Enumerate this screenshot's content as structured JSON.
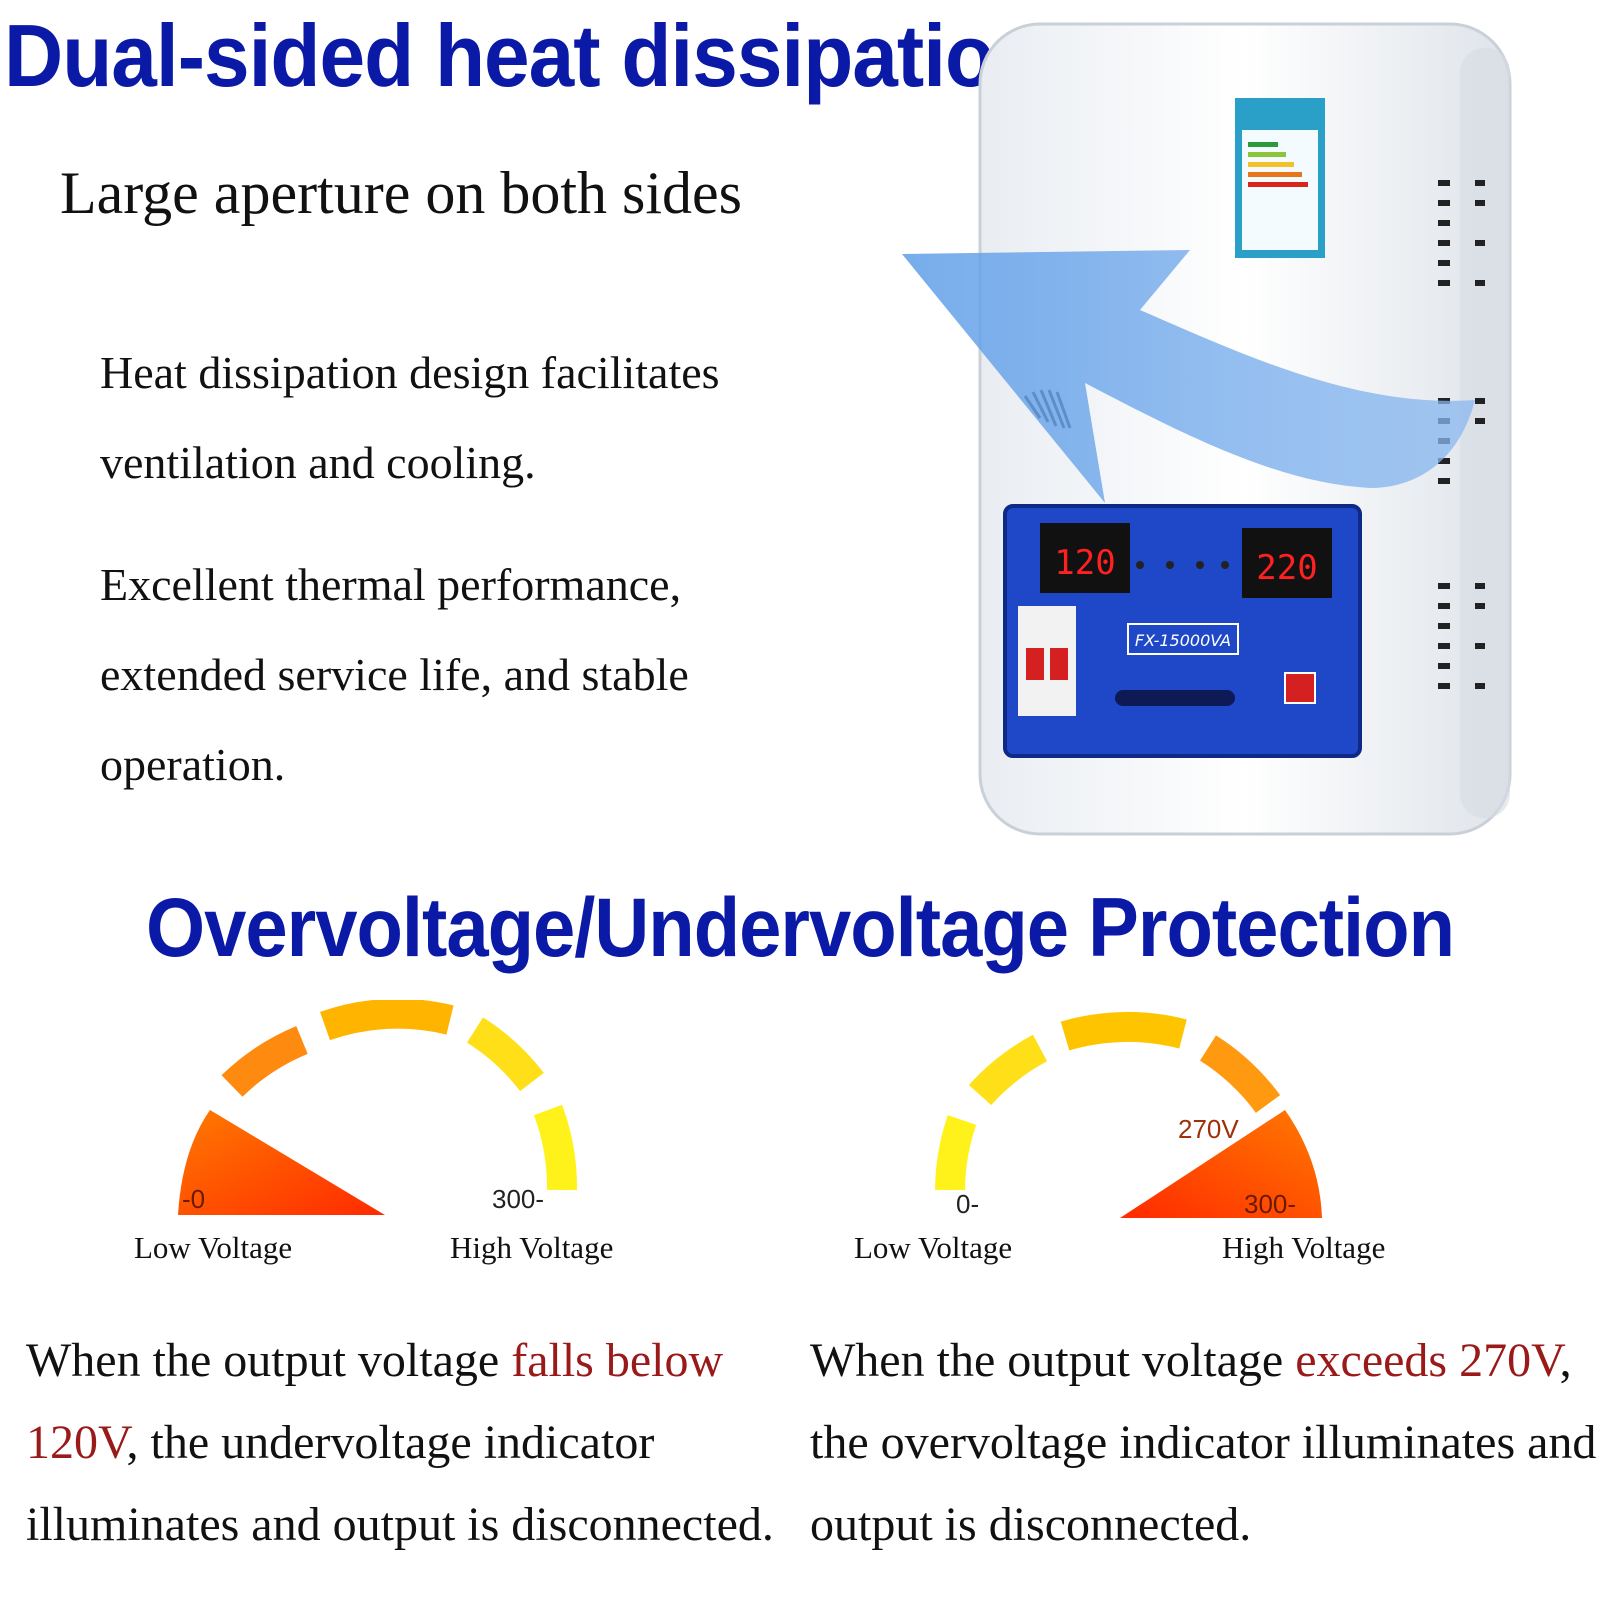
{
  "heat": {
    "title": "Dual-sided heat dissipation",
    "subtitle": "Large aperture on both sides",
    "para1": [
      "Heat dissipation design facilitates",
      "ventilation and cooling."
    ],
    "para2": [
      "Excellent thermal performance,",
      "extended service life, and stable",
      "operation."
    ]
  },
  "device": {
    "display_left": "120",
    "display_right": "220",
    "model": "FX-15000VA"
  },
  "protection": {
    "title": "Overvoltage/Undervoltage Protection",
    "gauge_low": {
      "min_tick": "-0",
      "max_tick": "300-",
      "left_label": "Low Voltage",
      "right_label": "High Voltage"
    },
    "gauge_high": {
      "min_tick": "0-",
      "max_tick": "300-",
      "threshold": "270V",
      "left_label": "Low Voltage",
      "right_label": "High Voltage"
    },
    "caption_low": {
      "lead": "When the output voltage ",
      "highlight1": "falls below",
      "highlight2": "120V",
      "rest1": ", the undervoltage indicator",
      "rest2": "illuminates and output is disconnected."
    },
    "caption_high": {
      "lead": "When the output voltage ",
      "highlight": "exceeds 270V",
      "rest1": ",",
      "rest2": "the overvoltage indicator illuminates and",
      "rest3": "output is disconnected."
    }
  },
  "colors": {
    "headline": "#0a1aa6",
    "highlight": "#9a1a1a",
    "panel": "#1f48c8",
    "display_digits": "#ff2020"
  }
}
